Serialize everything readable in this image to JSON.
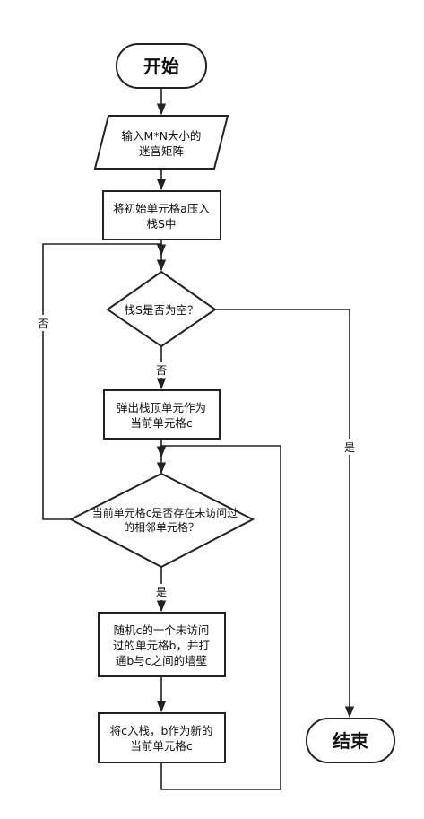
{
  "nodes": {
    "start": {
      "lines": [
        "开始"
      ]
    },
    "input": {
      "lines": [
        "输入M*N大小的",
        "迷宫矩阵"
      ]
    },
    "push_init": {
      "lines": [
        "将初始单元格a压入",
        "栈S中"
      ]
    },
    "stack_empty": {
      "lines": [
        "栈S是否为空？"
      ]
    },
    "pop": {
      "lines": [
        "弹出栈顶单元作为",
        "当前单元格c"
      ]
    },
    "has_unvisited": {
      "lines": [
        "当前单元格c是否存在未访问过",
        "的相邻单元格？"
      ]
    },
    "random_neighbor": {
      "lines": [
        "随机c的一个未访问",
        "过的单元格b，并打",
        "通b与c之间的墙壁"
      ]
    },
    "push_c": {
      "lines": [
        "将c入栈，b作为新的",
        "当前单元格c"
      ]
    },
    "end": {
      "lines": [
        "结束"
      ]
    }
  },
  "edge_labels": {
    "stack_not_empty": "否",
    "stack_is_empty": "是",
    "no_unvisited": "否",
    "has_unvisited_yes": "是"
  }
}
